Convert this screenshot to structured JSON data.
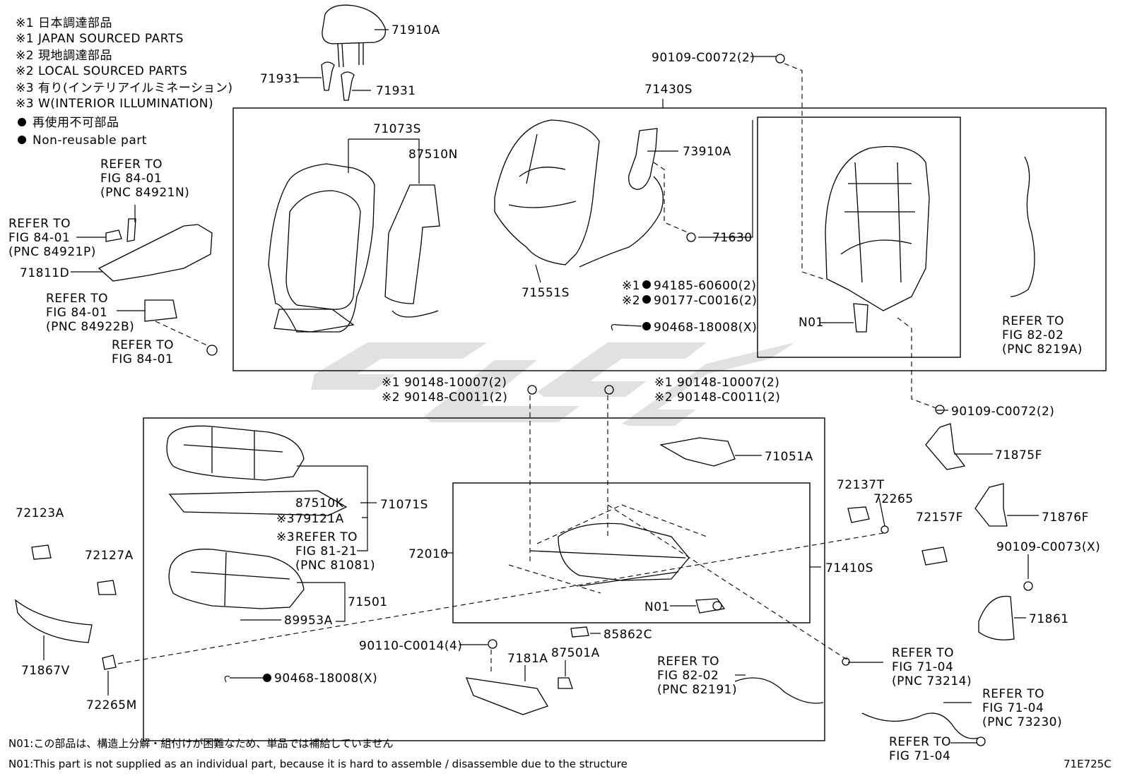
{
  "legend": [
    "※1 日本調達部品",
    "※1 JAPAN SOURCED PARTS",
    "※2 現地調達部品",
    "※2 LOCAL SOURCED PARTS",
    "※3 有り(インテリアイルミネーション)",
    "※3 W(INTERIOR ILLUMINATION)",
    "再使用不可部品",
    "Non-reusable part"
  ],
  "labels": {
    "p71910A": "71910A",
    "p71931a": "71931",
    "p71931b": "71931",
    "p71430S": "71430S",
    "p90109_c0072_top": "90109-C0072(2)",
    "p71073S": "71073S",
    "p87510N": "87510N",
    "p73910A": "73910A",
    "p71630": "71630",
    "p71551S": "71551S",
    "m1a": "※1",
    "p94185": "94185-60600(2)",
    "m2a": "※2",
    "p90177": "90177-C0016(2)",
    "p90468_top": "90468-18008(X)",
    "pN01_top": "N01",
    "r1_l1": "REFER TO",
    "r1_l2": "FIG 84-01",
    "r1_l3": "(PNC 84921N)",
    "r2_l1": "REFER TO",
    "r2_l2": "FIG 84-01",
    "r2_l3": "(PNC 84921P)",
    "p71811D": "71811D",
    "r3_l1": "REFER TO",
    "r3_l2": "FIG 84-01",
    "r3_l3": "(PNC 84922B)",
    "r4_l1": "REFER TO",
    "r4_l2": "FIG 84-01",
    "r5_l1": "REFER TO",
    "r5_l2": "FIG 82-02",
    "r5_l3": "(PNC 8219A)",
    "s1a": "※1 90148-10007(2)",
    "s2a": "※2 90148-C0011(2)",
    "s1b": "※1 90148-10007(2)",
    "s2b": "※2 90148-C0011(2)",
    "p90109_c0072_mid": "90109-C0072(2)",
    "p71875F": "71875F",
    "p71051A": "71051A",
    "p72137T": "72137T",
    "p72265": "72265",
    "p72157F": "72157F",
    "p71876F": "71876F",
    "p90109_c0073": "90109-C0073(X)",
    "p71861": "71861",
    "p72123A": "72123A",
    "p72127A": "72127A",
    "p71867V": "71867V",
    "p72265M": "72265M",
    "p87510K": "87510K",
    "p71071S": "71071S",
    "m3a": "※3",
    "p79121A": "79121A",
    "m3b": "※3",
    "r6_l1": "REFER TO",
    "r6_l2": "FIG 81-21",
    "r6_l3": "(PNC 81081)",
    "p71501": "71501",
    "p89953A": "89953A",
    "p90468_bot": "90468-18008(X)",
    "p72010": "72010",
    "p71410S": "71410S",
    "pN01_bot": "N01",
    "p85862C": "85862C",
    "p90110": "90110-C0014(4)",
    "p7181A": "7181A",
    "p87501A": "87501A",
    "r7_l1": "REFER TO",
    "r7_l2": "FIG 82-02",
    "r7_l3": "(PNC 82191)",
    "r8_l1": "REFER TO",
    "r8_l2": "FIG 71-04",
    "r8_l3": "(PNC 73214)",
    "r9_l1": "REFER TO",
    "r9_l2": "FIG 71-04",
    "r9_l3": "(PNC 73230)",
    "r10_l1": "REFER TO",
    "r10_l2": "FIG 71-04"
  },
  "footnotes": {
    "n01_jp": "N01:この部品は、構造上分解・組付けが困難なため、単品では補給していません",
    "n01_en": "N01:This part is not supplied as an individual part, because it is hard to assemble / disassemble due to the structure"
  },
  "figure_code": "71E725C",
  "watermark_color": "#d9d9d9"
}
